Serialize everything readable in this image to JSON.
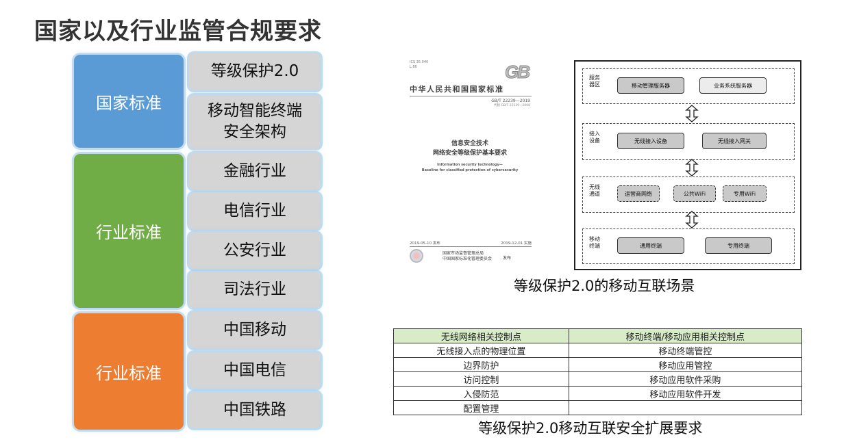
{
  "title": "国家以及行业监管合规要求",
  "standards": [
    {
      "category": "国家标准",
      "color": "#5b9bd5",
      "items": [
        "等级保护2.0",
        "移动智能终端\n安全架构"
      ]
    },
    {
      "category": "行业标准",
      "color": "#70ad47",
      "items": [
        "金融行业",
        "电信行业",
        "公安行业",
        "司法行业"
      ]
    },
    {
      "category": "行业标准",
      "color": "#ed7d31",
      "items": [
        "中国移动",
        "中国电信",
        "中国铁路"
      ]
    }
  ],
  "gb_doc": {
    "ics": "ICS 35.040",
    "ccs": "L 80",
    "logo": "GB",
    "national": "中华人民共和国国家标准",
    "code": "GB/T 22239—2019",
    "replaces": "代替 GB/T 22239—2008",
    "title_cn_1": "信息安全技术",
    "title_cn_2": "网络安全等级保护基本要求",
    "title_en_1": "Information security technology—",
    "title_en_2": "Baseline for classified protection of cybersecurity",
    "issue_date": "2019-05-10 发布",
    "impl_date": "2019-12-01 实施",
    "issuer_1": "国家市场监督管理总局",
    "issuer_2": "中国国家标准化管理委员会",
    "publish": "发布"
  },
  "architecture": {
    "layers": [
      {
        "label": "服务\n器区",
        "nodes": [
          "移动管理服务器",
          "业务系统服务器"
        ]
      },
      {
        "label": "接入\n设备",
        "nodes": [
          "无线接入设备",
          "无线接入网关"
        ]
      },
      {
        "label": "无线\n通道",
        "nodes": [
          "运营商网络",
          "公共WiFi",
          "专用WiFi"
        ]
      },
      {
        "label": "移动\n终端",
        "nodes": [
          "通用终端",
          "专用终端"
        ]
      }
    ]
  },
  "caption_scenario": "等级保护2.0的移动互联场景",
  "table": {
    "headers": [
      "无线网络相关控制点",
      "移动终端/移动应用相关控制点"
    ],
    "rows": [
      [
        "无线接入点的物理位置",
        "移动终端管控"
      ],
      [
        "边界防护",
        "移动应用管控"
      ],
      [
        "访问控制",
        "移动应用软件采购"
      ],
      [
        "入侵防范",
        "移动应用软件开发"
      ],
      [
        "配置管理",
        ""
      ]
    ]
  },
  "caption_table": "等级保护2.0移动互联安全扩展要求"
}
